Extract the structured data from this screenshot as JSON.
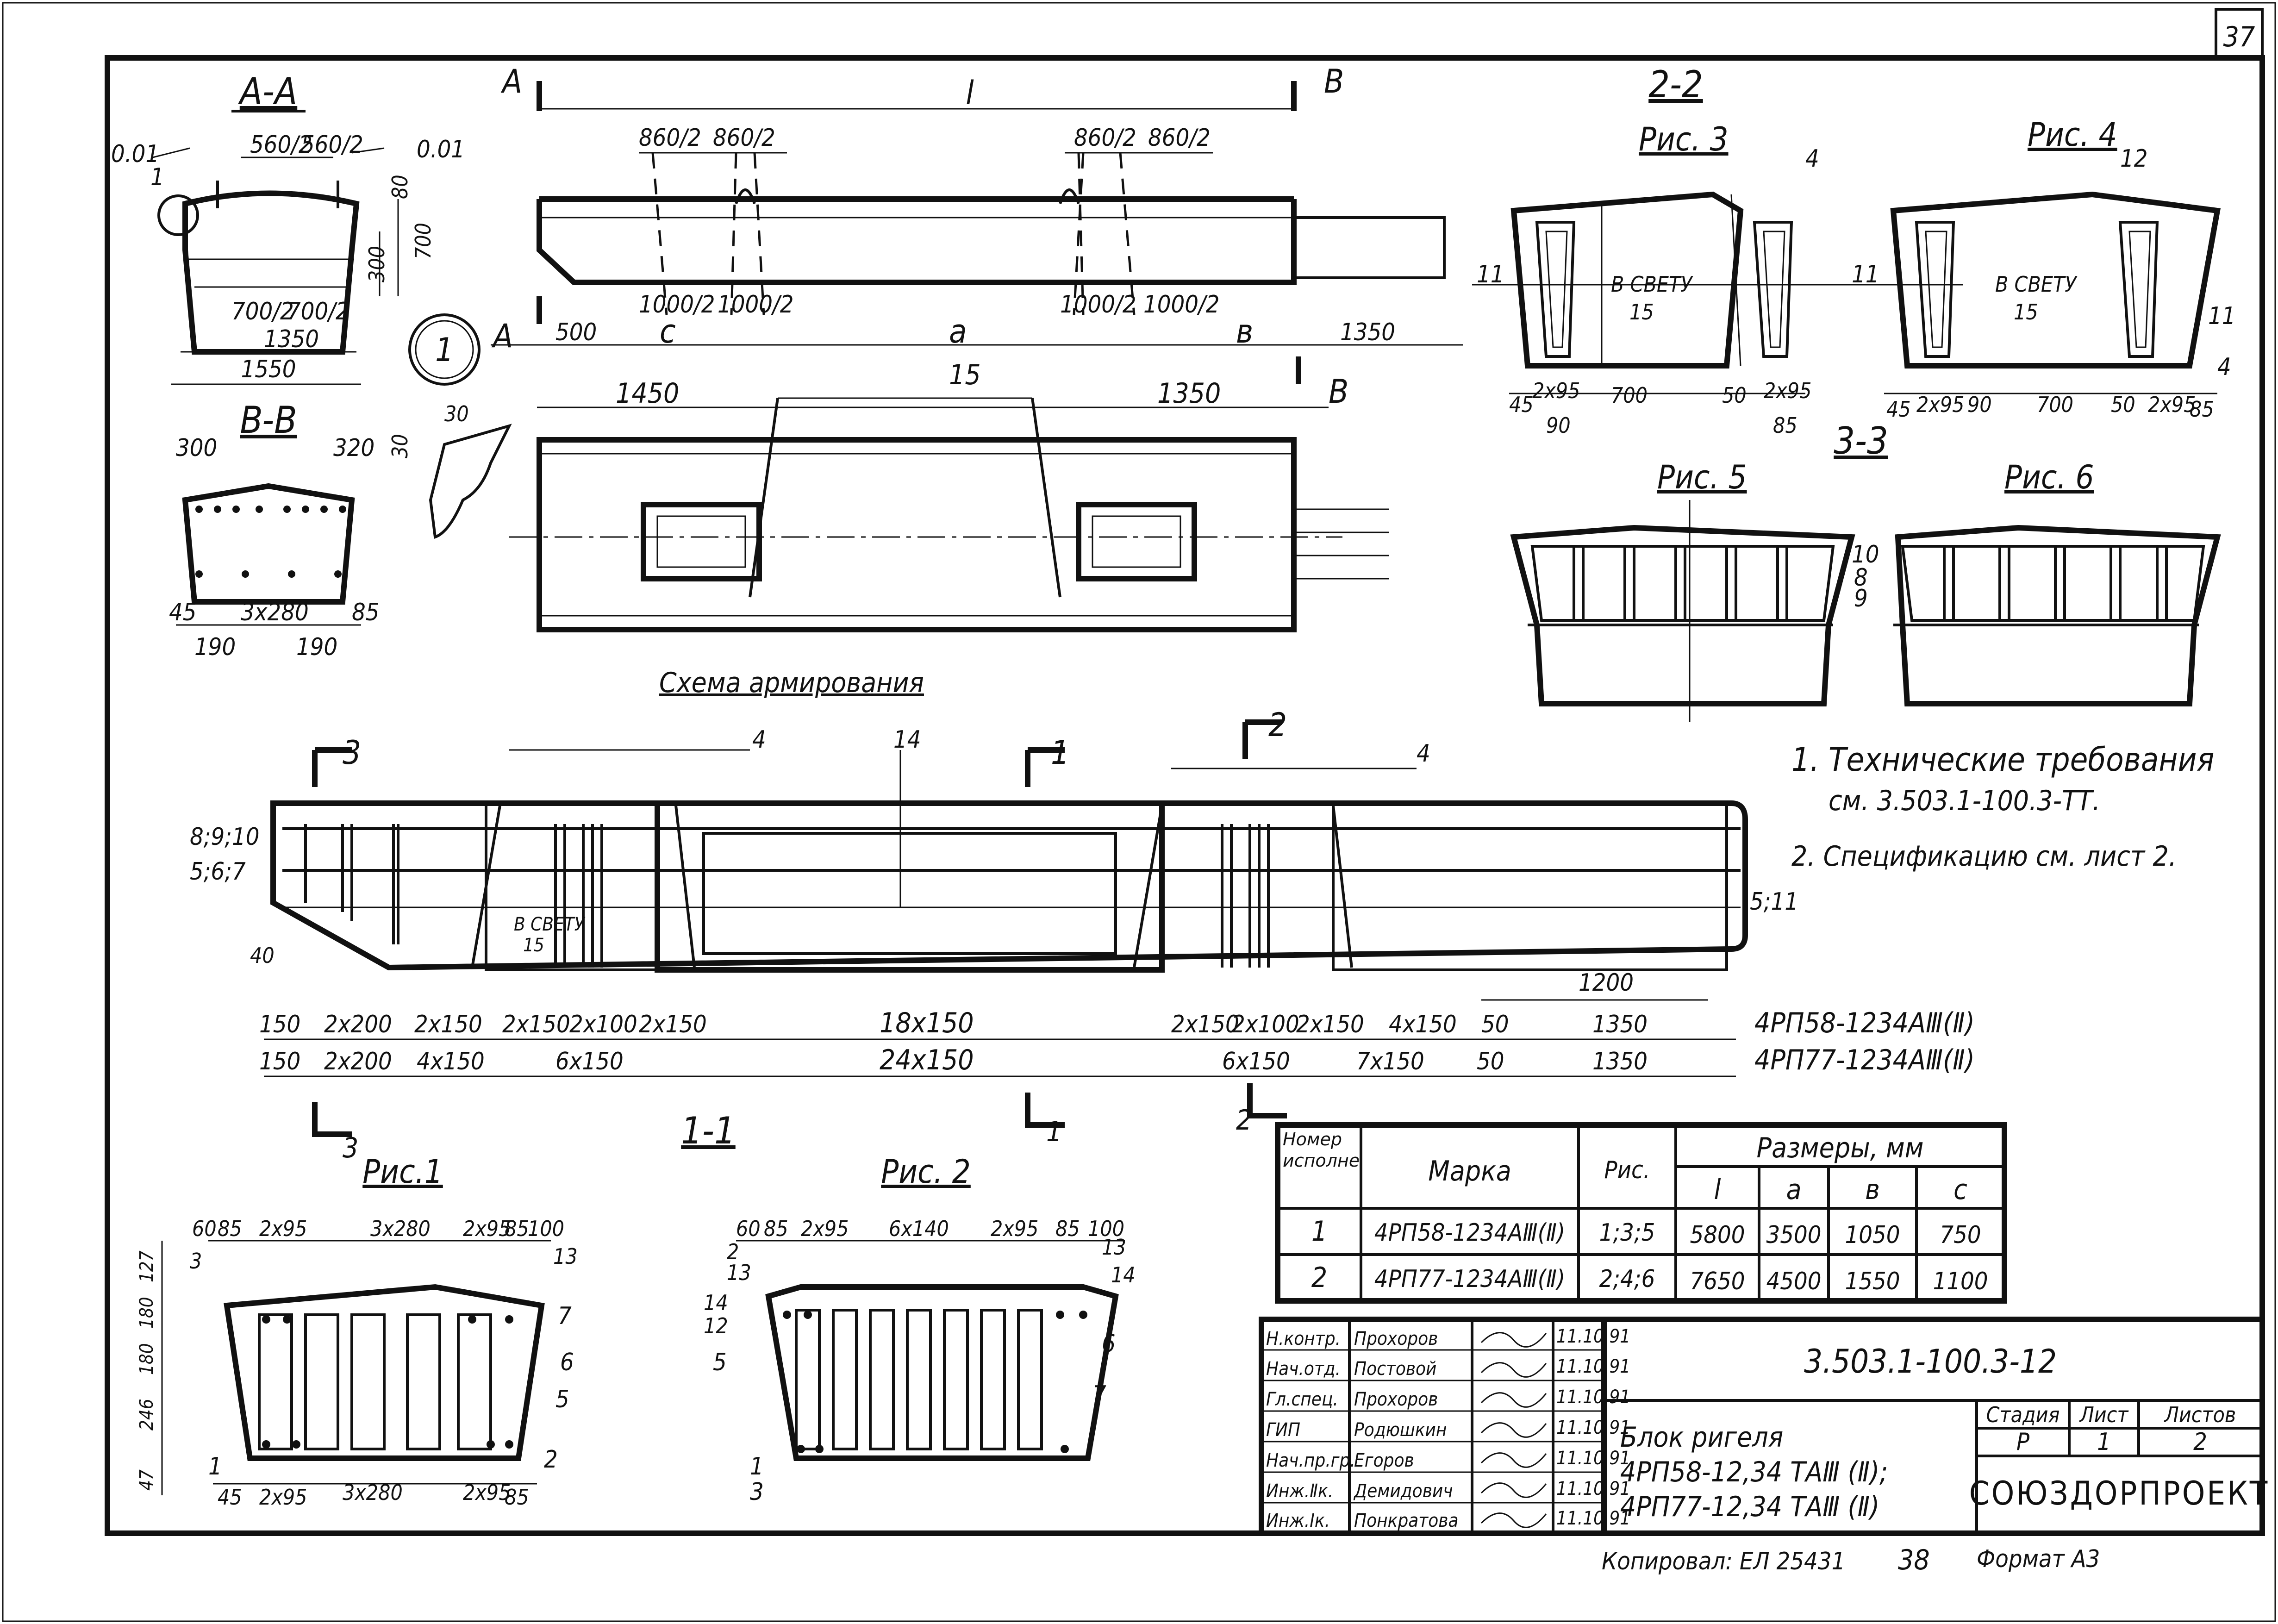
{
  "page_number": "37",
  "views": {
    "section_aa": {
      "title": "A-A",
      "dims": [
        "560/2",
        "560/2",
        "0.01",
        "0.01",
        "80",
        "700",
        "300",
        "700/2",
        "700/2",
        "1350",
        "1550"
      ],
      "leader": "1"
    },
    "section_bb": {
      "title": "B-B",
      "dims": [
        "300",
        "320",
        "45",
        "3x280",
        "85",
        "190",
        "190"
      ]
    },
    "detail_1": {
      "mark": "1",
      "dims": [
        "30",
        "30"
      ]
    },
    "elevation": {
      "cut_a": "A",
      "cut_b": "B",
      "dims_top": [
        "860/2",
        "860/2",
        "860/2",
        "860/2",
        "l"
      ],
      "dims_mid": [
        "1000/2",
        "1000/2",
        "1000/2",
        "1000/2"
      ],
      "dims_bottom": [
        "500",
        "c",
        "a",
        "в",
        "1350"
      ]
    },
    "plan": {
      "dims": [
        "1450",
        "1350"
      ],
      "leader": "15"
    },
    "section_22": {
      "title": "2-2",
      "fig3": "Рис. 3",
      "fig4": "Рис. 4",
      "leaders": [
        "4",
        "12",
        "11",
        "11",
        "11",
        "4"
      ],
      "clear_label": "В СВЕТУ",
      "clear_value": "15",
      "dims_left": [
        "45",
        "2x95",
        "700",
        "50",
        "2x95",
        "90",
        "85"
      ],
      "dims_right": [
        "45",
        "2x95",
        "90",
        "700",
        "50",
        "2x95",
        "85"
      ]
    },
    "section_33": {
      "title": "3-3",
      "fig5": "Рис. 5",
      "fig6": "Рис. 6",
      "leaders": [
        "10",
        "8",
        "9"
      ]
    },
    "reinf": {
      "title": "Схема армирования",
      "cut_labels": [
        "3",
        "1",
        "2",
        "3",
        "1",
        "2"
      ],
      "leaders": [
        "4",
        "14",
        "4",
        "8;9;10",
        "5;6;7",
        "5;11",
        "40"
      ],
      "clear_label": "В СВЕТУ",
      "clear_value": "15",
      "row1": [
        "150",
        "2x200",
        "2x150",
        "2x150",
        "2x100",
        "2x150",
        "18x150",
        "2x150",
        "2x100",
        "2x150",
        "4x150",
        "50",
        "1350"
      ],
      "row2": [
        "150",
        "2x200",
        "4x150",
        "6x150",
        "24x150",
        "6x150",
        "7x150",
        "50",
        "1350"
      ],
      "dim_1200": "1200",
      "mark1": "4РП58-1234АⅢ(Ⅱ)",
      "mark2": "4РП77-1234АⅢ(Ⅱ)",
      "section_11": "1-1"
    },
    "notes": [
      "1. Технические требования",
      "см. 3.503.1-100.3-ТТ.",
      "2. Спецификацию см. лист 2."
    ],
    "fig1": {
      "title": "Рис.1",
      "top_dims": [
        "60",
        "85",
        "2x95",
        "3x280",
        "2x95",
        "85",
        "100"
      ],
      "left_dims": [
        "127",
        "180",
        "180",
        "246",
        "47"
      ],
      "bottom_dims": [
        "45",
        "2x95",
        "3x280",
        "2x95",
        "85"
      ],
      "leaders": [
        "3",
        "13",
        "7",
        "6",
        "5",
        "2",
        "1"
      ]
    },
    "fig2": {
      "title": "Рис. 2",
      "top_dims": [
        "60",
        "85",
        "2x95",
        "6x140",
        "2x95",
        "85",
        "100"
      ],
      "leaders": [
        "2",
        "13",
        "14",
        "12",
        "5",
        "1",
        "3",
        "13",
        "14",
        "6",
        "7"
      ]
    }
  },
  "table": {
    "headers": {
      "num": "Номер исполнения",
      "mark": "Марка",
      "fig": "Рис.",
      "sizes": "Размеры, мм",
      "l": "l",
      "a": "a",
      "b": "в",
      "c": "c"
    },
    "rows": [
      {
        "num": "1",
        "mark": "4РП58-1234АⅢ(Ⅱ)",
        "fig": "1;3;5",
        "l": "5800",
        "a": "3500",
        "b": "1050",
        "c": "750"
      },
      {
        "num": "2",
        "mark": "4РП77-1234АⅢ(Ⅱ)",
        "fig": "2;4;6",
        "l": "7650",
        "a": "4500",
        "b": "1550",
        "c": "1100"
      }
    ]
  },
  "title_block": {
    "roles": [
      {
        "role": "Н.контр.",
        "name": "Прохоров",
        "date": "11.10.91"
      },
      {
        "role": "Нач.отд.",
        "name": "Постовой",
        "date": "11.10.91"
      },
      {
        "role": "Гл.спец.",
        "name": "Прохоров",
        "date": "11.10.91"
      },
      {
        "role": "ГИП",
        "name": "Родюшкин",
        "date": "11.10.91"
      },
      {
        "role": "Нач.пр.гр.",
        "name": "Егоров",
        "date": "11.10.91"
      },
      {
        "role": "Инж.Ⅱк.",
        "name": "Демидович",
        "date": "11.10.91"
      },
      {
        "role": "Инж.Ⅰк.",
        "name": "Понкратова",
        "date": "11.10.91"
      }
    ],
    "code": "3.503.1-100.3-12",
    "item_line1": "Блок ригеля",
    "item_line2": "4РП58-12,34 ТАⅢ (Ⅱ);",
    "item_line3": "4РП77-12,34 ТАⅢ (Ⅱ)",
    "stage_label": "Стадия",
    "sheet_label": "Лист",
    "sheets_label": "Листов",
    "stage": "Р",
    "sheet": "1",
    "sheets": "2",
    "org": "СОЮЗДОРПРОЕКТ"
  },
  "footer": {
    "copied": "Копировал: ЕЛ 25431",
    "num": "38",
    "format": "Формат А3"
  }
}
